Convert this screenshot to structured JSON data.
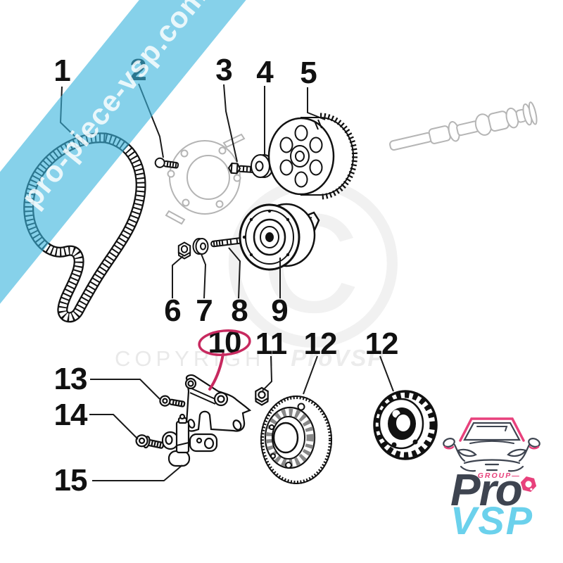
{
  "colors": {
    "banner_blue": "#3bb5dd",
    "highlight_red": "#c7295f",
    "line_black": "#111111",
    "reference_gray": "#b5b5b5",
    "watermark_gray": "#ededed",
    "logo_dark": "#3e4450",
    "logo_pink": "#e8417c",
    "logo_blue": "#6bd1ec"
  },
  "banner": {
    "text": "pro-piece-vsp.com"
  },
  "watermark": {
    "symbol": "©",
    "copyright": "COPYRIGHT",
    "brand": "ProVSP"
  },
  "diagram": {
    "description": "Exploded view of timing belt kit parts",
    "highlighted_part": "10",
    "part_labels": [
      {
        "text": "1"
      },
      {
        "text": "2"
      },
      {
        "text": "3"
      },
      {
        "text": "4"
      },
      {
        "text": "5"
      },
      {
        "text": "6"
      },
      {
        "text": "7"
      },
      {
        "text": "8"
      },
      {
        "text": "9"
      },
      {
        "text": "10"
      },
      {
        "text": "11"
      },
      {
        "text": "12"
      },
      {
        "text": "12"
      },
      {
        "text": "13"
      },
      {
        "text": "14"
      },
      {
        "text": "15"
      }
    ]
  },
  "logo": {
    "group_label": "—GROUP—",
    "line1": "Pro",
    "line2": "VSP"
  }
}
